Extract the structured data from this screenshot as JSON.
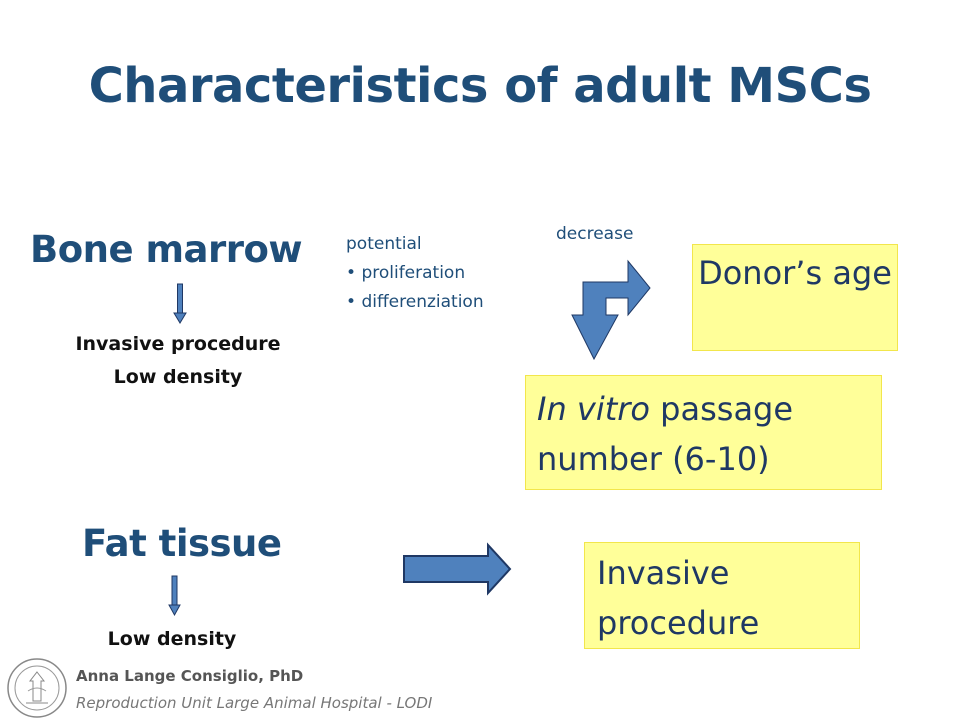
{
  "slide": {
    "title": "Characteristics of adult MSCs",
    "bone_marrow": {
      "heading": "Bone marrow",
      "notes": [
        "Invasive procedure",
        "Low density"
      ]
    },
    "fat_tissue": {
      "heading": "Fat tissue",
      "notes": [
        "Low density"
      ]
    },
    "potential": {
      "label": "potential",
      "items": [
        "proliferation",
        "differenziation"
      ]
    },
    "decrease_label": "decrease",
    "boxes": {
      "donor_age": "Donor’s age",
      "in_vitro_italic": "In vitro",
      "in_vitro_rest": " passage number (6-10)",
      "invasive": "Invasive procedure"
    },
    "footer": {
      "name": "Anna Lange Consiglio",
      "degree": ", PhD",
      "unit": "Reproduction Unit Large Animal Hospital - LODI"
    },
    "colors": {
      "title": "#1f4e79",
      "arrow_fill": "#4f81bd",
      "arrow_stroke": "#1f3864",
      "box_fill": "#ffff99"
    }
  }
}
